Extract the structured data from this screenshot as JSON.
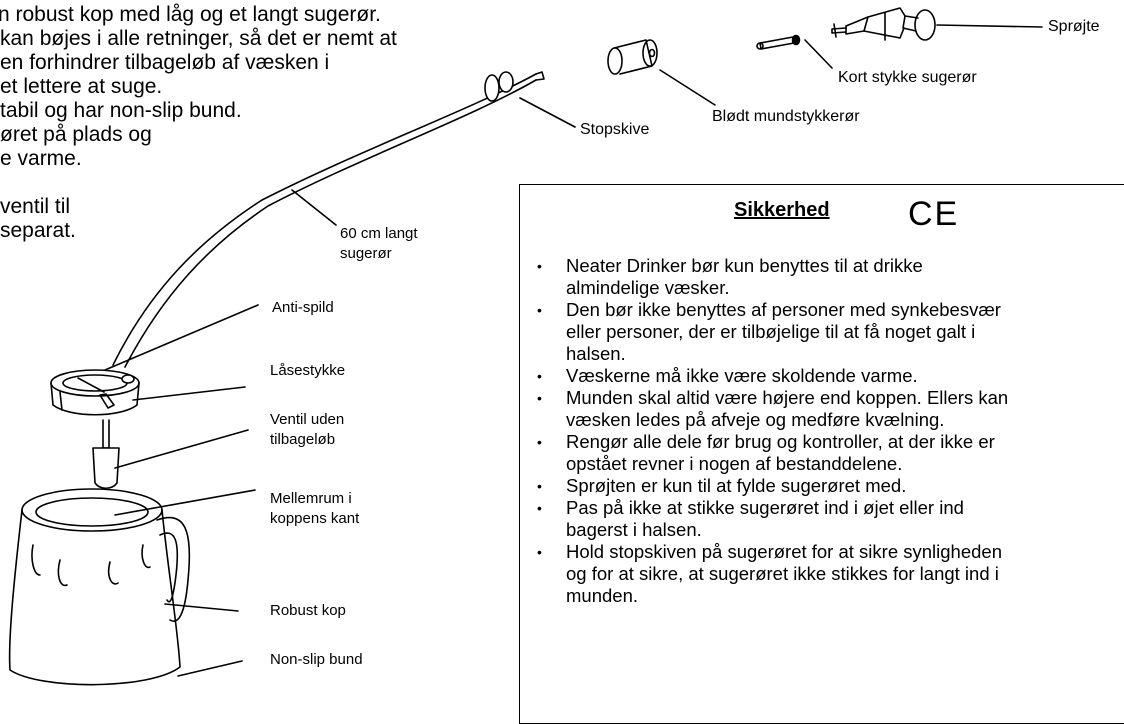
{
  "intro_lines": [
    "n robust kop med låg og et langt sugerør.",
    "kan bøjes i alle retninger, så det er nemt at",
    "en forhindrer tilbageløb af væsken i",
    "et lettere at suge.",
    "tabil og har non-slip bund.",
    "øret på plads og",
    "e varme.",
    "",
    " ventil til",
    "separat."
  ],
  "labels": {
    "sproejte": "Sprøjte",
    "kort_stykke": "Kort stykke sugerør",
    "stopskive": "Stopskive",
    "bloedt": "Blødt mundstykkerør",
    "sugeroer_line1": "60 cm langt",
    "sugeroer_line2": "sugerør",
    "anti_spild": "Anti-spild",
    "laasestykke": "Låsestykke",
    "ventil_line1": "Ventil uden",
    "ventil_line2": "tilbageløb",
    "mellemrum_line1": "Mellemrum i",
    "mellemrum_line2": "koppens kant",
    "robust_kop": "Robust kop",
    "non_slip": "Non-slip bund"
  },
  "safety": {
    "title": "Sikkerhed",
    "ce_mark": "CE",
    "items": [
      [
        "Neater Drinker bør kun benyttes til at drikke",
        "almindelige væsker."
      ],
      [
        "Den bør ikke benyttes af personer med synkebesvær",
        "eller personer, der er tilbøjelige til at få noget galt i",
        "halsen."
      ],
      [
        "Væskerne må ikke være skoldende varme."
      ],
      [
        "Munden skal altid være højere end koppen. Ellers kan",
        "væsken ledes på afveje og medføre kvælning."
      ],
      [
        "Rengør alle dele før brug og kontroller, at der ikke er",
        "opstået revner i nogen af bestanddelene."
      ],
      [
        "Sprøjten er kun til at fylde sugerøret med."
      ],
      [
        "Pas på ikke at stikke sugerøret ind i øjet eller ind",
        "bagerst i halsen."
      ],
      [
        "Hold stopskiven på sugerøret for at sikre synligheden",
        "og for at sikre, at sugerøret ikke stikkes for langt ind i",
        "munden."
      ]
    ]
  }
}
